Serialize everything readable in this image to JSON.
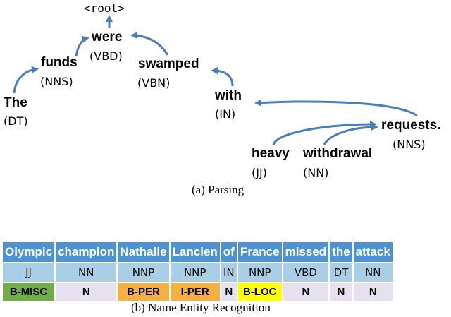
{
  "parsing": {
    "root_label": "<root>",
    "nodes": [
      {
        "id": "the",
        "word": "The",
        "tag": "(DT)"
      },
      {
        "id": "funds",
        "word": "funds",
        "tag": "(NNS)"
      },
      {
        "id": "were",
        "word": "were",
        "tag": "(VBD)"
      },
      {
        "id": "swamped",
        "word": "swamped",
        "tag": "(VBN)"
      },
      {
        "id": "with",
        "word": "with",
        "tag": "(IN)"
      },
      {
        "id": "requests",
        "word": "requests.",
        "tag": "(NNS)"
      },
      {
        "id": "heavy",
        "word": "heavy",
        "tag": "(JJ)"
      },
      {
        "id": "withdrawal",
        "word": "withdrawal",
        "tag": "(NN)"
      }
    ],
    "edges": [
      {
        "from": "the",
        "to": "funds"
      },
      {
        "from": "funds",
        "to": "were"
      },
      {
        "from": "swamped",
        "to": "were"
      },
      {
        "from": "with",
        "to": "swamped"
      },
      {
        "from": "requests",
        "to": "with"
      },
      {
        "from": "heavy",
        "to": "requests"
      },
      {
        "from": "withdrawal",
        "to": "requests"
      },
      {
        "from": "were",
        "to": "root"
      }
    ],
    "caption": "(a)  Parsing",
    "arrow_color": "#4a7ebb"
  },
  "ner": {
    "words": [
      "Olympic",
      "champion",
      "Nathalie",
      "Lancien",
      "of",
      "France",
      "missed",
      "the",
      "attack"
    ],
    "pos": [
      "JJ",
      "NN",
      "NNP",
      "NNP",
      "IN",
      "NNP",
      "VBD",
      "DT",
      "NN"
    ],
    "entities": [
      {
        "label": "B-MISC",
        "color": "#70ad47"
      },
      {
        "label": "N",
        "color": "#e6e1ee"
      },
      {
        "label": "B-PER",
        "color": "#f4b042"
      },
      {
        "label": "I-PER",
        "color": "#f4b042"
      },
      {
        "label": "N",
        "color": "#e6e1ee"
      },
      {
        "label": "B-LOC",
        "color": "#ffff00"
      },
      {
        "label": "N",
        "color": "#e6e1ee"
      },
      {
        "label": "N",
        "color": "#e6e1ee"
      },
      {
        "label": "N",
        "color": "#e6e1ee"
      }
    ],
    "header_color": "#4f92d2",
    "pos_color": "#a8cfe6",
    "caption": "(b)  Name Entity Recognition"
  }
}
